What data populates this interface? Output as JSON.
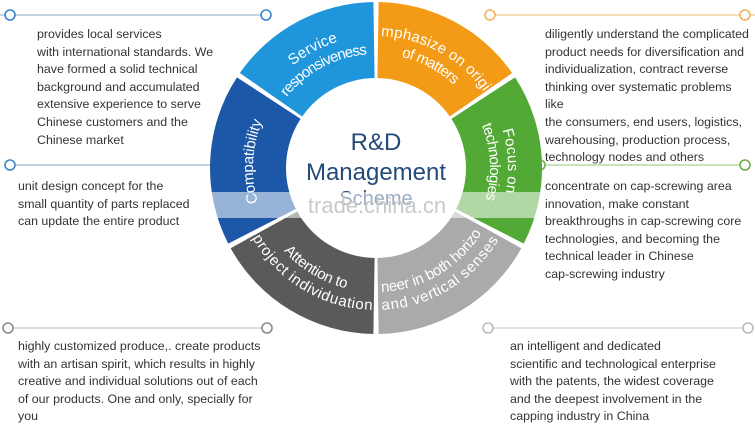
{
  "diagram": {
    "center": {
      "line1": "R&D",
      "line2": "Management",
      "line3": "Scheme"
    },
    "segments": [
      {
        "id": "service",
        "label": "Service responsiveness",
        "color": "#1f96dc"
      },
      {
        "id": "emphasize",
        "label": "Emphasize on origin of matters",
        "color": "#f39b17"
      },
      {
        "id": "focus",
        "label": "Focus on technologies",
        "color": "#52a935"
      },
      {
        "id": "pioneer",
        "label": "Pioneer in both horizontal and vertical senses",
        "color": "#aaaaaa"
      },
      {
        "id": "attention",
        "label": "Attention to project individuation",
        "color": "#5a5a5a"
      },
      {
        "id": "compatibility",
        "label": "Compatibility",
        "color": "#1c57a8"
      }
    ],
    "descriptions": {
      "service": "provides local services\nwith international standards. We\nhave formed a solid technical\nbackground and accumulated\nextensive experience to serve\nChinese customers and the\nChinese market",
      "emphasize": "diligently understand the complicated\nproduct needs for diversification and\nindividualization, contract reverse\nthinking over systematic problems like\nthe consumers, end users, logistics,\nwarehousing, production process,\ntechnology nodes and others",
      "compatibility": "unit design concept for the\nsmall quantity of parts replaced\ncan update the entire product",
      "focus": "concentrate on cap-screwing area\ninnovation, make constant\nbreakthroughs in cap-screwing core\ntechnologies, and becoming the\ntechnical leader in Chinese\ncap-screwing industry",
      "attention": "highly customized produce,. create products\nwith an artisan spirit, which results in highly\ncreative and individual solutions out of each\nof our products. One and only, specially for\nyou",
      "pioneer": "an intelligent and dedicated\nscientific and technological enterprise\nwith the  patents, the widest coverage\nand the deepest involvement in the\ncapping industry in China"
    },
    "watermark": "trade.china.cn",
    "colors": {
      "line": "#9dbad3",
      "dot_blue": "#3a86c8",
      "dot_orange": "#f2b35a",
      "dot_green": "#6bb04a",
      "dot_dark": "#8a8a8a",
      "dot_grey": "#bbbbbb"
    }
  }
}
